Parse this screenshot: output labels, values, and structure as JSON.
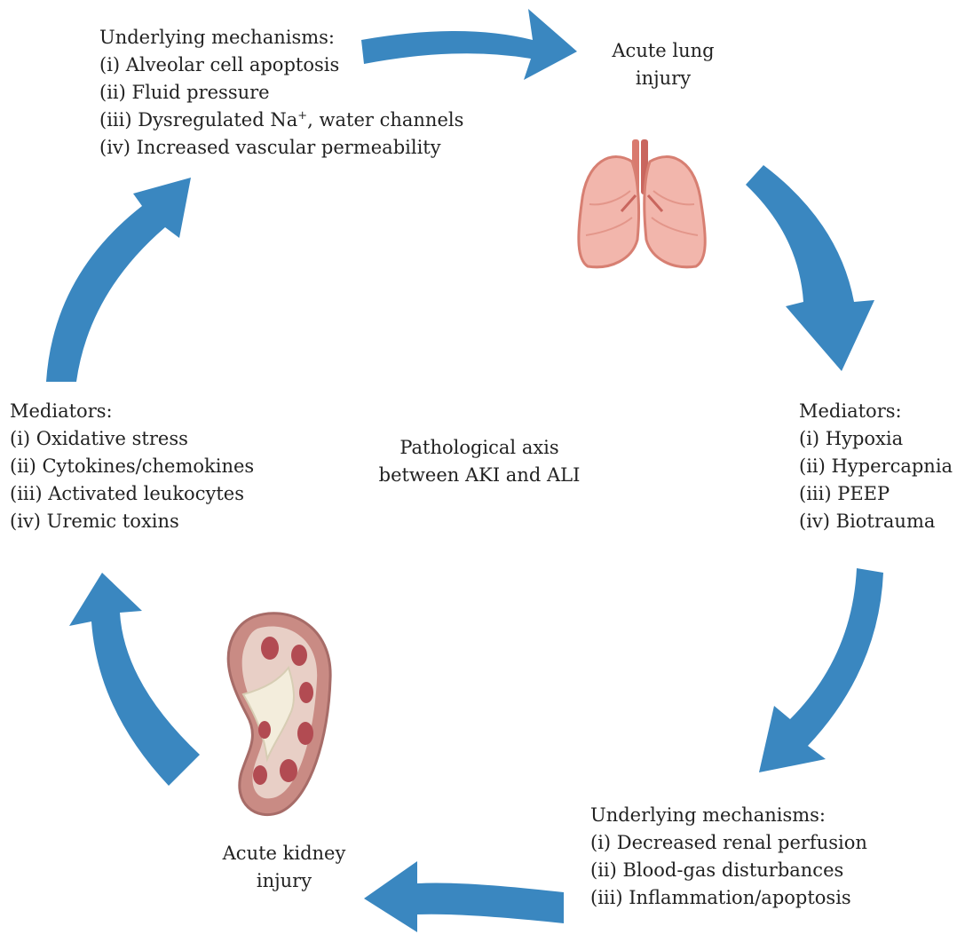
{
  "colors": {
    "arrow": "#3a87c0",
    "text": "#222222",
    "background": "#ffffff"
  },
  "center_label": {
    "line1": "Pathological axis",
    "line2": "between AKI and ALI"
  },
  "top_left": {
    "title": "Underlying mechanisms:",
    "items": [
      "(i) Alveolar cell apoptosis",
      "(ii) Fluid pressure",
      {
        "pre": "(iii) Dysregulated Na",
        "sup": "+",
        "post": ", water channels"
      },
      "(iv) Increased vascular permeability"
    ]
  },
  "lung": {
    "line1": "Acute lung",
    "line2": "injury"
  },
  "right_mediators": {
    "title": "Mediators:",
    "items": [
      "(i) Hypoxia",
      "(ii) Hypercapnia",
      "(iii) PEEP",
      "(iv) Biotrauma"
    ]
  },
  "bottom_right": {
    "title": "Underlying mechanisms:",
    "items": [
      "(i) Decreased renal perfusion",
      "(ii) Blood-gas disturbances",
      "(iii) Inflammation/apoptosis"
    ]
  },
  "kidney": {
    "line1": "Acute kidney",
    "line2": "injury"
  },
  "left_mediators": {
    "title": "Mediators:",
    "items": [
      "(i) Oxidative stress",
      "(ii) Cytokines/chemokines",
      "(iii) Activated leukocytes",
      "(iv) Uremic toxins"
    ]
  }
}
